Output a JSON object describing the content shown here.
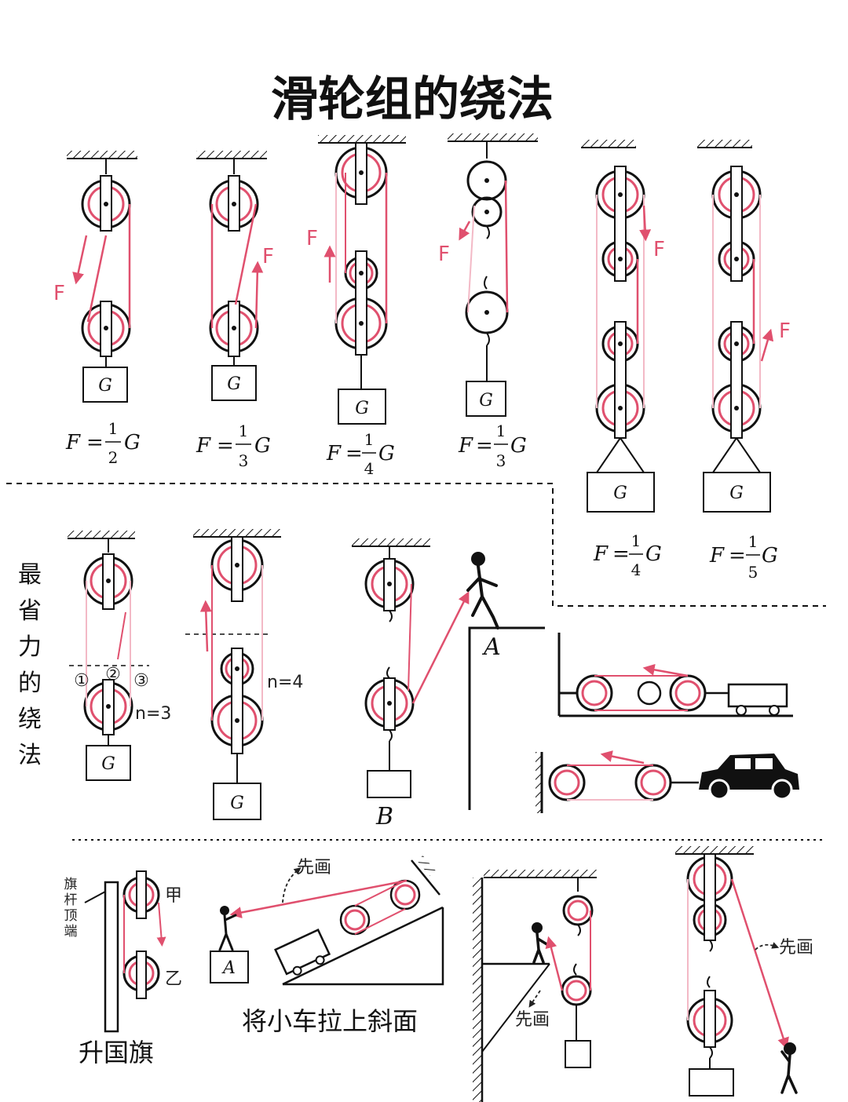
{
  "title": "滑轮组的绕法",
  "force_letter": "F",
  "weight_letter": "G",
  "section2_label": [
    "最",
    "省",
    "力",
    "的",
    "绕",
    "法"
  ],
  "row1": [
    {
      "num": "1",
      "den": "2"
    },
    {
      "num": "1",
      "den": "3"
    },
    {
      "num": "1",
      "den": "4"
    },
    {
      "num": "1",
      "den": "3"
    },
    {
      "num": "1",
      "den": "4"
    },
    {
      "num": "1",
      "den": "5"
    }
  ],
  "row2": {
    "n3_label": "n=3",
    "n4_label": "n=4",
    "circle_marks": [
      "①",
      "②",
      "③"
    ],
    "label_A": "A",
    "label_B": "B"
  },
  "row3": {
    "flagpole_top": [
      "旗",
      "杆",
      "顶",
      "端"
    ],
    "label_jia": "甲",
    "label_yi": "乙",
    "flag_caption": "升国旗",
    "slope_caption": "将小车拉上斜面",
    "first_wind": "先画",
    "box_A": "A"
  },
  "colors": {
    "rope": "#e0506e",
    "rope_faint": "#f3b9c6",
    "ink": "#111111",
    "paper": "#ffffff"
  }
}
